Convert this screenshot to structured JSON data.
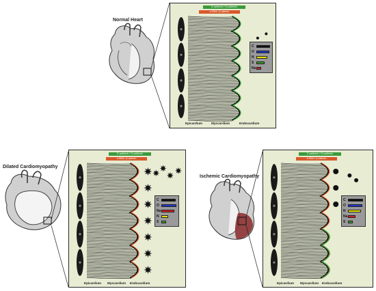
{
  "hearts": {
    "normal": {
      "label": "Normal Heart"
    },
    "dilated": {
      "label": "Dilated Cardiomyopathy"
    },
    "ischemic": {
      "label": "Ischemic Cardiomyopathy"
    }
  },
  "panels": {
    "normal": {
      "tag_green": "E-cadherin / N-cadherin",
      "tag_red": "α-SMA / β-catenin",
      "x_labels": [
        "Epicardium",
        "Myocardium",
        "Endocardium"
      ],
      "legend": [
        {
          "letter": "C",
          "color": "#111111",
          "fill": 1.0
        },
        {
          "letter": "O",
          "color": "#1f35c9",
          "fill": 0.95
        },
        {
          "letter": "N",
          "color": "#e8e000",
          "fill": 0.8
        },
        {
          "letter": "S",
          "color": "#3a9a2a",
          "fill": 0.6
        },
        {
          "letter": "Na",
          "color": "#d42020",
          "fill": 0.35
        }
      ]
    },
    "dilated": {
      "tag_green": "E-cadherin / N-cadherin",
      "tag_red": "α-SMA / β-catenin",
      "x_labels": [
        "Epicardium",
        "Myocardium",
        "Endocardium"
      ],
      "legend": [
        {
          "letter": "C",
          "color": "#111111",
          "fill": 0.95
        },
        {
          "letter": "O",
          "color": "#1f35c9",
          "fill": 1.0
        },
        {
          "letter": "Na",
          "color": "#d42020",
          "fill": 0.85
        },
        {
          "letter": "N",
          "color": "#e8e000",
          "fill": 0.45
        },
        {
          "letter": "S",
          "color": "#3a9a2a",
          "fill": 0.3
        }
      ]
    },
    "ischemic": {
      "tag_green": "E-cadherin / N-cadherin",
      "tag_red": "α-SMA / β-catenin",
      "x_labels": [
        "Epicardium",
        "Myocardium",
        "Endocardium"
      ],
      "legend": [
        {
          "letter": "C",
          "color": "#111111",
          "fill": 1.0
        },
        {
          "letter": "O",
          "color": "#1f35c9",
          "fill": 0.95
        },
        {
          "letter": "N",
          "color": "#e8e000",
          "fill": 0.85
        },
        {
          "letter": "Na",
          "color": "#d42020",
          "fill": 0.5
        },
        {
          "letter": "S",
          "color": "#3a9a2a",
          "fill": 0.3
        }
      ]
    }
  },
  "colors": {
    "panel_bg": "#e7ecd3",
    "healthy_edge": "#3aa83a",
    "damaged_edge": "#d9582a",
    "fiber": "#2a2a2a"
  }
}
